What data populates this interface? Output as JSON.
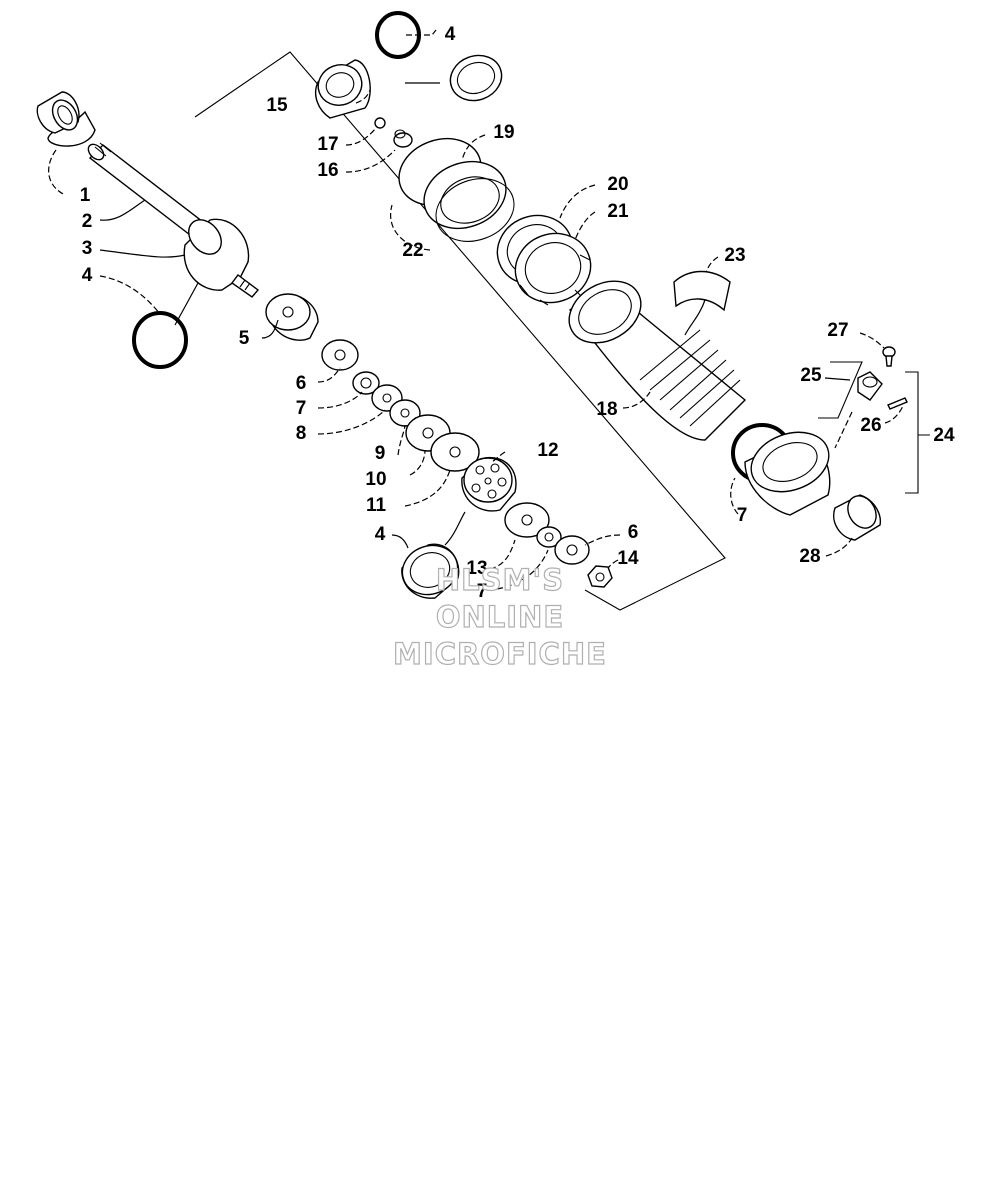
{
  "callouts": {
    "c1": "1",
    "c2": "2",
    "c3": "3",
    "c4a": "4",
    "c4b": "4",
    "c4c": "4",
    "c5": "5",
    "c6a": "6",
    "c6b": "6",
    "c7a": "7",
    "c7b": "7",
    "c7c": "7",
    "c8": "8",
    "c9": "9",
    "c10": "10",
    "c11": "11",
    "c12": "12",
    "c13": "13",
    "c14": "14",
    "c15": "15",
    "c16": "16",
    "c17": "17",
    "c18": "18",
    "c19": "19",
    "c20": "20",
    "c21": "21",
    "c22": "22",
    "c23": "23",
    "c24": "24",
    "c25": "25",
    "c26": "26",
    "c27": "27",
    "c28": "28"
  },
  "watermark": {
    "line1": "HLSM'S",
    "line2": "ONLINE",
    "line3": "MICROFICHE"
  }
}
